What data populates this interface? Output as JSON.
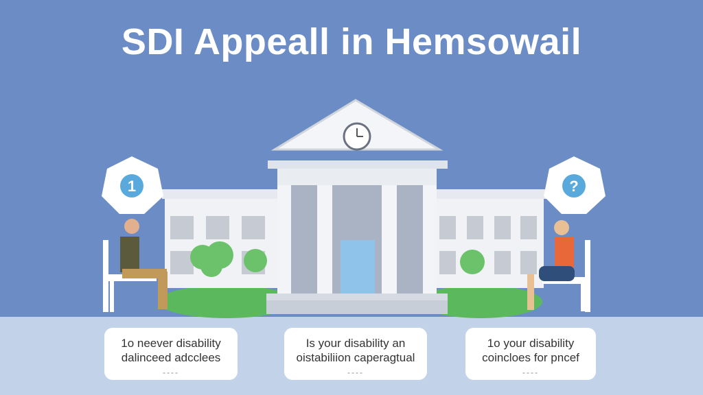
{
  "title": "SDI Appeall in Hemsowail",
  "bubbles": {
    "left": "1",
    "right": "?"
  },
  "colors": {
    "background": "#6b8cc4",
    "band": "#c2d2e8",
    "accent": "#5aa9dc",
    "grass": "#5cb85c"
  },
  "cards": [
    {
      "line1": "1o neever disability",
      "line2": "dalinceed adcclees",
      "dash": "----"
    },
    {
      "line1": "Is your disability an",
      "line2": "oistabiliion caperagtual",
      "dash": "----"
    },
    {
      "line1": "1o your disability",
      "line2": "coincloes for pncef",
      "dash": "----"
    }
  ]
}
